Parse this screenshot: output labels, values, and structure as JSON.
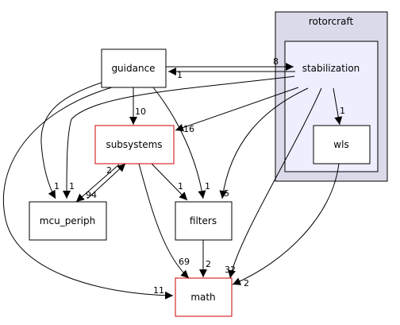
{
  "colors": {
    "outer_cluster_fill": "#dadaea",
    "inner_cluster_fill": "#eeeeff",
    "node_border": "#000000",
    "highlight_border": "#cc0000",
    "edge": "#000000",
    "node_fill": "#ffffff"
  },
  "clusters": {
    "rotorcraft": {
      "label": "rotorcraft"
    },
    "stabilization_cluster": {
      "label": "stabilization"
    }
  },
  "nodes": {
    "guidance": {
      "label": "guidance"
    },
    "subsystems": {
      "label": "subsystems"
    },
    "mcu_periph": {
      "label": "mcu_periph"
    },
    "filters": {
      "label": "filters"
    },
    "math": {
      "label": "math"
    },
    "wls": {
      "label": "wls"
    }
  },
  "edges": [
    {
      "from": "stabilization",
      "to": "guidance",
      "label": "1"
    },
    {
      "from": "guidance",
      "to": "stabilization",
      "label": "8"
    },
    {
      "from": "stabilization",
      "to": "subsystems",
      "label": "16"
    },
    {
      "from": "stabilization",
      "to": "mcu_periph",
      "label": "1"
    },
    {
      "from": "stabilization",
      "to": "filters",
      "label": "5"
    },
    {
      "from": "stabilization",
      "to": "math",
      "label": "32"
    },
    {
      "from": "stabilization",
      "to": "wls",
      "label": "1"
    },
    {
      "from": "guidance",
      "to": "subsystems",
      "label": "10"
    },
    {
      "from": "guidance",
      "to": "mcu_periph",
      "label": "1"
    },
    {
      "from": "guidance",
      "to": "filters",
      "label": "1"
    },
    {
      "from": "guidance",
      "to": "math",
      "label": "11"
    },
    {
      "from": "subsystems",
      "to": "mcu_periph",
      "label": "94"
    },
    {
      "from": "mcu_periph",
      "to": "subsystems",
      "label": "2"
    },
    {
      "from": "subsystems",
      "to": "filters",
      "label": "1"
    },
    {
      "from": "subsystems",
      "to": "math",
      "label": "69"
    },
    {
      "from": "filters",
      "to": "math",
      "label": "2"
    },
    {
      "from": "wls",
      "to": "math",
      "label": "2"
    }
  ]
}
